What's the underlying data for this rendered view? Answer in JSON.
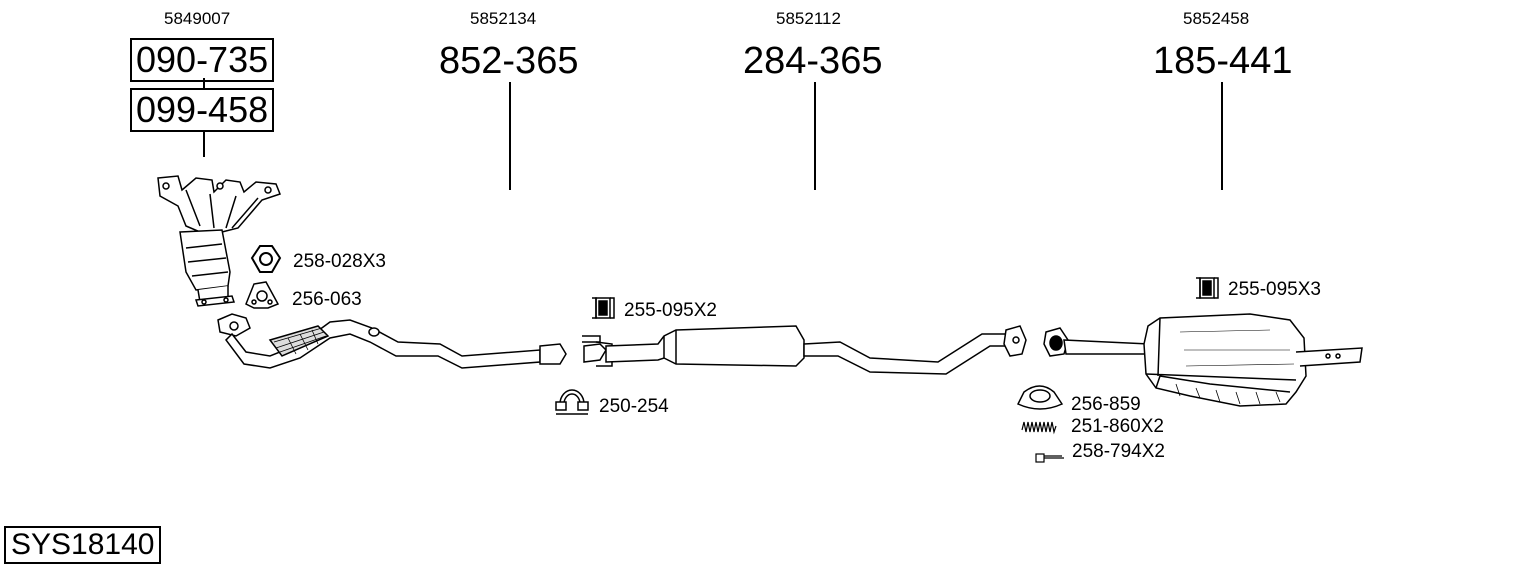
{
  "oem_numbers": [
    "5849007",
    "5852134",
    "5852112",
    "5852458"
  ],
  "front": {
    "part_primary": "090-735",
    "part_secondary": "099-458"
  },
  "parts": [
    "852-365",
    "284-365",
    "185-441"
  ],
  "accessories": {
    "nut": "258-028X3",
    "gasket_front": "256-063",
    "hanger_mid": "255-095X2",
    "clamp": "250-254",
    "hanger_rear": "255-095X3",
    "ring_gasket": "256-859",
    "spring": "251-860X2",
    "bolt": "258-794X2"
  },
  "system_code": "SYS18140"
}
